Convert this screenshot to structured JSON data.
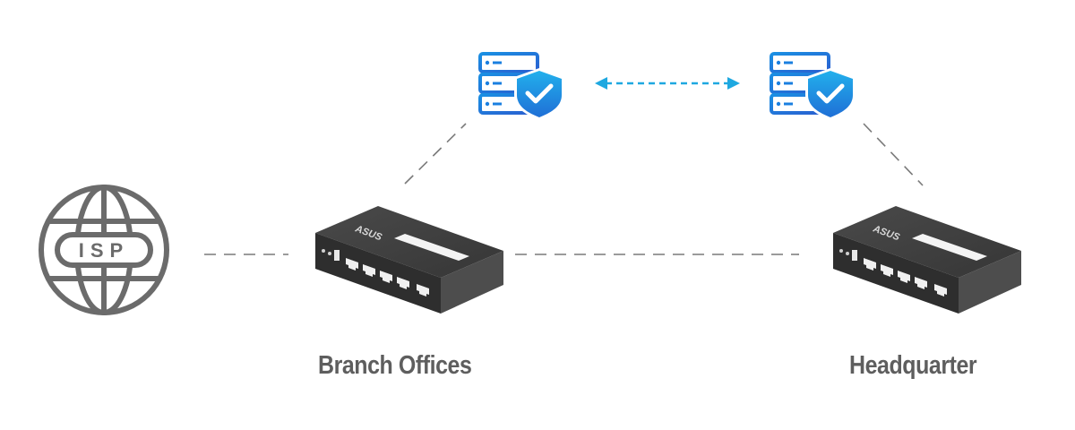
{
  "isp": {
    "label": "ISP"
  },
  "routers": [
    {
      "name": "Branch Offices",
      "brand": "ASUS"
    },
    {
      "name": "Headquarter",
      "brand": "ASUS"
    }
  ],
  "secure_servers": [
    {
      "icon": "secure-server-icon"
    },
    {
      "icon": "secure-server-icon"
    }
  ],
  "link": {
    "vpn_arrow": "bidirectional-dashed-arrow",
    "vpn_color": "#1ea8e0",
    "line_color": "#7a7a7a"
  },
  "colors": {
    "text": "#5e5e5e",
    "globe": "#6b6b6b",
    "router": "#3c3c3c",
    "server_blue": "#1e72d8"
  }
}
